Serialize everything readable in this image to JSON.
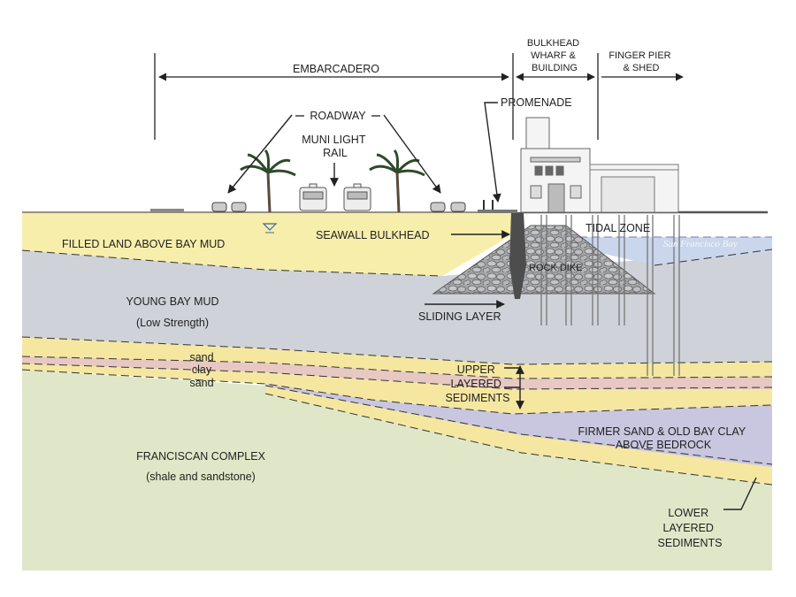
{
  "top_dimensions": {
    "embarcadero": "EMBARCADERO",
    "bulkhead_wharf": [
      "BULKHEAD",
      "WHARF &",
      "BUILDING"
    ],
    "finger_pier": [
      "FINGER PIER",
      "& SHED"
    ]
  },
  "callouts": {
    "roadway": "ROADWAY",
    "muni_light_rail": [
      "MUNI LIGHT",
      "RAIL"
    ],
    "promenade": "PROMENADE",
    "seawall_bulkhead": "SEAWALL BULKHEAD",
    "tidal_zone": "TIDAL ZONE",
    "water_body": "San Francisco Bay",
    "rock_dike": "ROCK DIKE",
    "sliding_layer": "SLIDING LAYER"
  },
  "layers": {
    "filled_land": "FILLED LAND ABOVE BAY MUD",
    "young_bay_mud": "YOUNG BAY MUD",
    "young_bay_mud_note": "(Low Strength)",
    "sand_1": "sand",
    "clay": "clay",
    "sand_2": "sand",
    "upper_layered": [
      "UPPER",
      "LAYERED",
      "SEDIMENTS"
    ],
    "firmer_sand": [
      "FIRMER SAND & OLD BAY CLAY",
      "ABOVE BEDROCK"
    ],
    "franciscan": "FRANCISCAN COMPLEX",
    "franciscan_note": "(shale and sandstone)",
    "lower_layered": [
      "LOWER",
      "LAYERED",
      "SEDIMENTS"
    ]
  },
  "colors": {
    "filled_land": "#f7eeab",
    "young_bay_mud": "#cfd2d8",
    "sand_band": "#f5e7a0",
    "clay_band": "#e8c8c2",
    "firmer_sand": "#c9c6e0",
    "franciscan": "#dfe7c8",
    "water": "#cad6ec",
    "rock_dike": "#a8aaae",
    "line": "#222222"
  }
}
